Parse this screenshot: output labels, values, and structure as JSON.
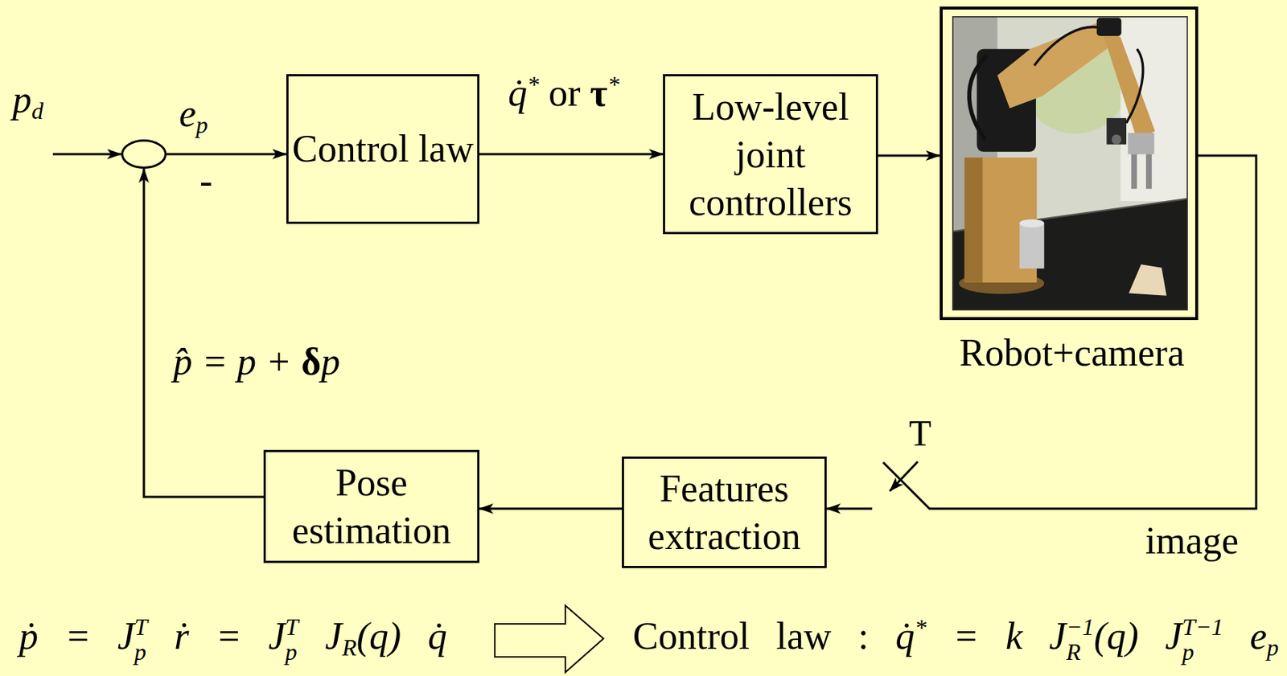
{
  "diagram": {
    "nodes": [
      {
        "text": [
          "-"
        ]
      },
      {
        "text": [
          "Control law"
        ]
      },
      {
        "text": [
          "Low-level joint controllers"
        ]
      },
      {
        "text": [
          "Robot+camera"
        ]
      },
      {
        "text": [
          "Features extraction"
        ]
      },
      {
        "text": [
          "Pose estimation"
        ]
      }
    ],
    "edges": [
      {
        "from": 0,
        "to": 1,
        "label": "ep",
        "arrow": "to"
      },
      {
        "from": 1,
        "to": 2,
        "label": "q̇* or τ*",
        "arrow": "to"
      },
      {
        "from": 2,
        "to": 3,
        "arrow": "to"
      },
      {
        "from": 3,
        "to": 4,
        "label": "image",
        "arrow": "to"
      },
      {
        "from": 4,
        "to": 5,
        "arrow": "to"
      },
      {
        "from": 5,
        "to": 0,
        "label": "p̂ = p + δp",
        "arrow": "to"
      }
    ],
    "labels": [
      "pd",
      "T",
      "ṗ = JpT ṙ = JpT JR(q) q̇",
      "Control law : q̇* = k JR−1(q) JpT−1 ep"
    ]
  }
}
